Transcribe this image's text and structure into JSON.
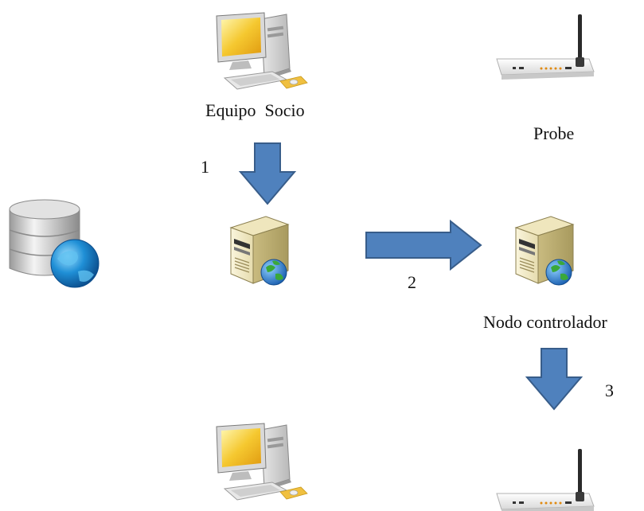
{
  "diagram": {
    "labels": {
      "equipo_socio": "Equipo  Socio",
      "probe": "Probe",
      "nodo_controlador": "Nodo controlador"
    },
    "steps": [
      "1",
      "2",
      "3"
    ],
    "icons": {
      "database": "database-globe-icon",
      "workstation": "desktop-computer-icon",
      "server": "web-server-icon",
      "router": "wifi-router-icon"
    },
    "colors": {
      "arrow_fill": "#4f81bd",
      "arrow_stroke": "#385d8a"
    }
  }
}
